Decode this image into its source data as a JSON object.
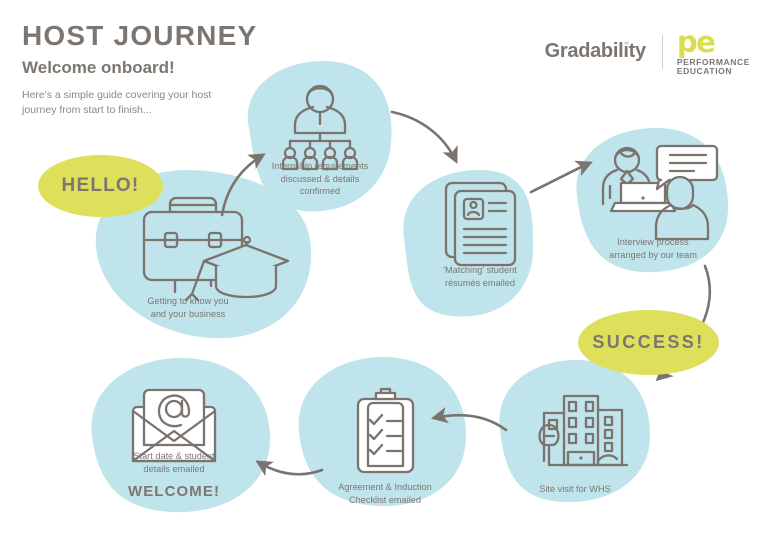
{
  "header": {
    "title": "HOST JOURNEY",
    "subtitle": "Welcome onboard!",
    "blurb": "Here's a simple guide covering your host journey from start to finish..."
  },
  "logos": {
    "gradability": "Gradability",
    "pe_mark": "pe",
    "pe_line1": "PERFORMANCE",
    "pe_line2": "EDUCATION"
  },
  "badges": {
    "hello": "HELLO!",
    "success": "SUCCESS!"
  },
  "steps": [
    {
      "id": "getting-to-know-you",
      "icon": "briefcase-graduation-cap-icon",
      "caption_line1": "Getting to know you",
      "caption_line2": "and your business",
      "caption_line3": ""
    },
    {
      "id": "internship-requirements",
      "icon": "org-chart-people-icon",
      "caption_line1": "Internship requirements",
      "caption_line2": "discussed & details",
      "caption_line3": "confirmed"
    },
    {
      "id": "matching-resumes",
      "icon": "stacked-resumes-icon",
      "caption_line1": "'Matching' student",
      "caption_line2": "résumés emailed",
      "caption_line3": ""
    },
    {
      "id": "interview-process",
      "icon": "interview-laptop-speech-icon",
      "caption_line1": "Interview process",
      "caption_line2": "arranged by our team",
      "caption_line3": ""
    },
    {
      "id": "site-visit-whs",
      "icon": "building-tree-icon",
      "caption_line1": "Site visit for WHS",
      "caption_line2": "",
      "caption_line3": ""
    },
    {
      "id": "agreement-induction",
      "icon": "clipboard-checklist-icon",
      "caption_line1": "Agreement & Induction",
      "caption_line2": "Checklist emailed",
      "caption_line3": ""
    },
    {
      "id": "start-date-emailed",
      "icon": "open-envelope-at-icon",
      "caption_line1": "Start date & student",
      "caption_line2": "details emailed",
      "caption_line3": "WELCOME!"
    }
  ],
  "colors": {
    "blob": "#bfe4ec",
    "badge": "#dee05c",
    "ink": "#7d7670",
    "accent_yellow": "#d9dd4f",
    "dot_blue": "#bfe4ec",
    "background": "#ffffff"
  }
}
